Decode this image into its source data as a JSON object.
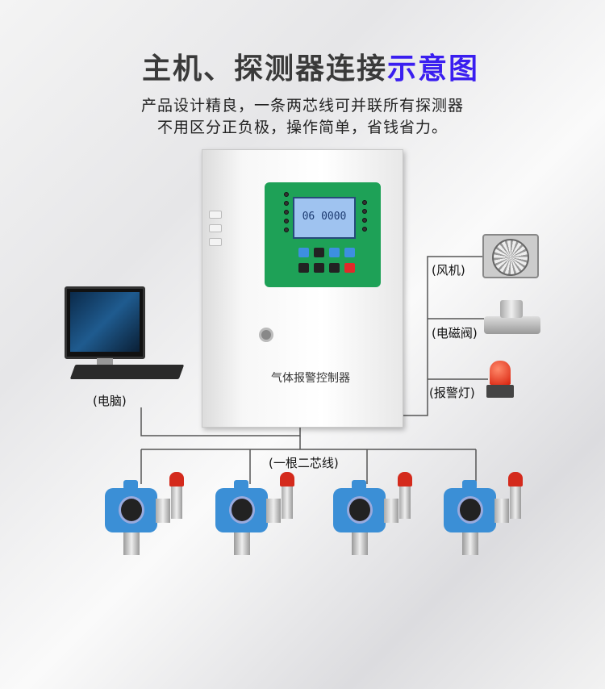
{
  "title": {
    "main": "主机、探测器连接",
    "highlight": "示意图"
  },
  "subtitle": [
    "产品设计精良，一条两芯线可并联所有探测器",
    "不用区分正负极，操作简单，省钱省力。"
  ],
  "controller": {
    "name": "气体报警控制器",
    "lcd": "06  0000"
  },
  "labels": {
    "computer": "(电脑)",
    "fan": "(风机)",
    "valve": "(电磁阀)",
    "lamp": "(报警灯)",
    "cable": "(一根二芯线)"
  },
  "colors": {
    "highlight": "#3a1ef0",
    "detector": "#3b8fd6",
    "panel": "#1ea157"
  }
}
